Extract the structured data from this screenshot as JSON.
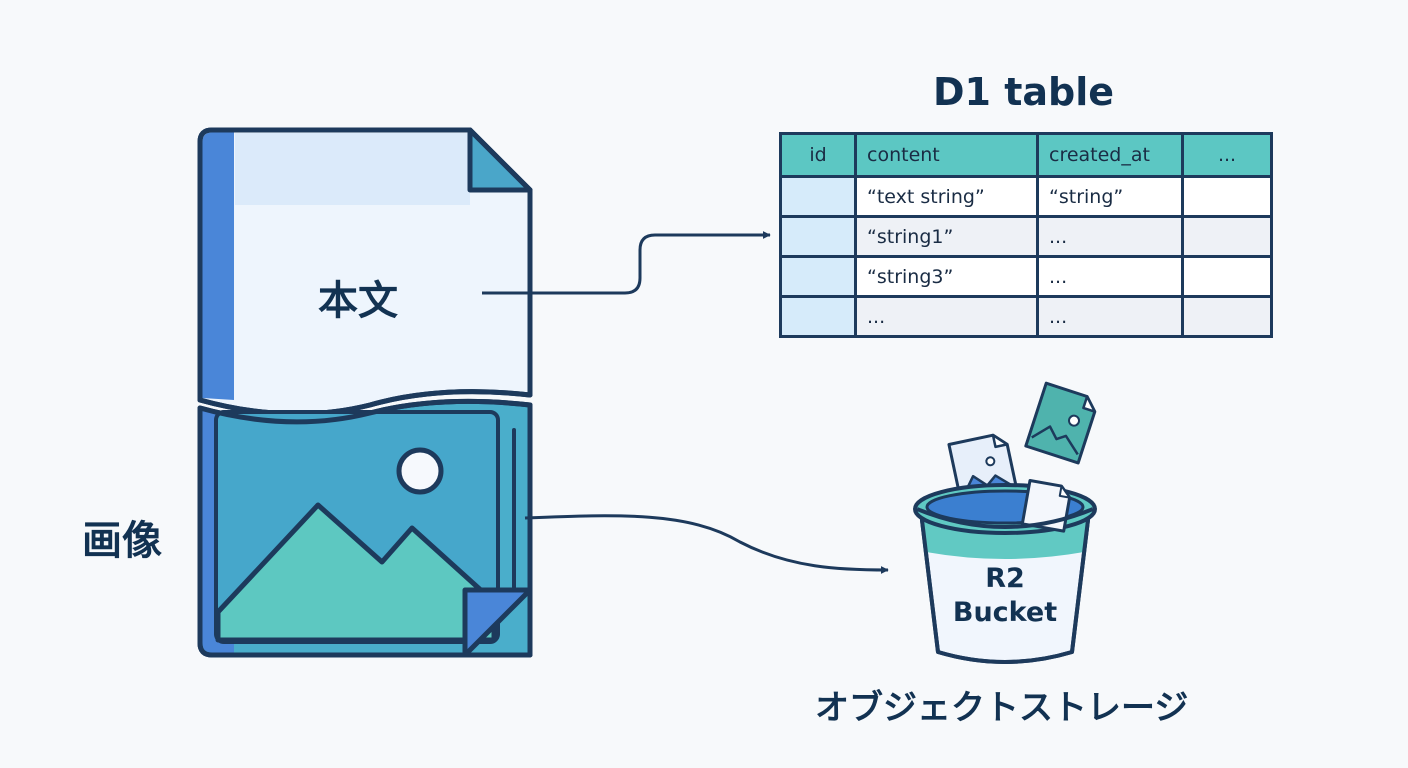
{
  "document": {
    "body_label": "本文",
    "image_label": "画像"
  },
  "d1": {
    "title": "D1 table",
    "columns": [
      "id",
      "content",
      "created_at",
      "..."
    ],
    "rows": [
      [
        "",
        "“text string”",
        "“string”",
        ""
      ],
      [
        "",
        "“string1”",
        "...",
        ""
      ],
      [
        "",
        "“string3”",
        "...",
        ""
      ],
      [
        "",
        "...",
        "...",
        ""
      ]
    ]
  },
  "r2": {
    "bucket_line1": "R2",
    "bucket_line2": "Bucket",
    "storage_label": "オブジェクトストレージ"
  },
  "colors": {
    "navy": "#123252",
    "teal": "#5cc7c3",
    "blue": "#4a86d8",
    "light_blue": "#e3f0fb"
  }
}
